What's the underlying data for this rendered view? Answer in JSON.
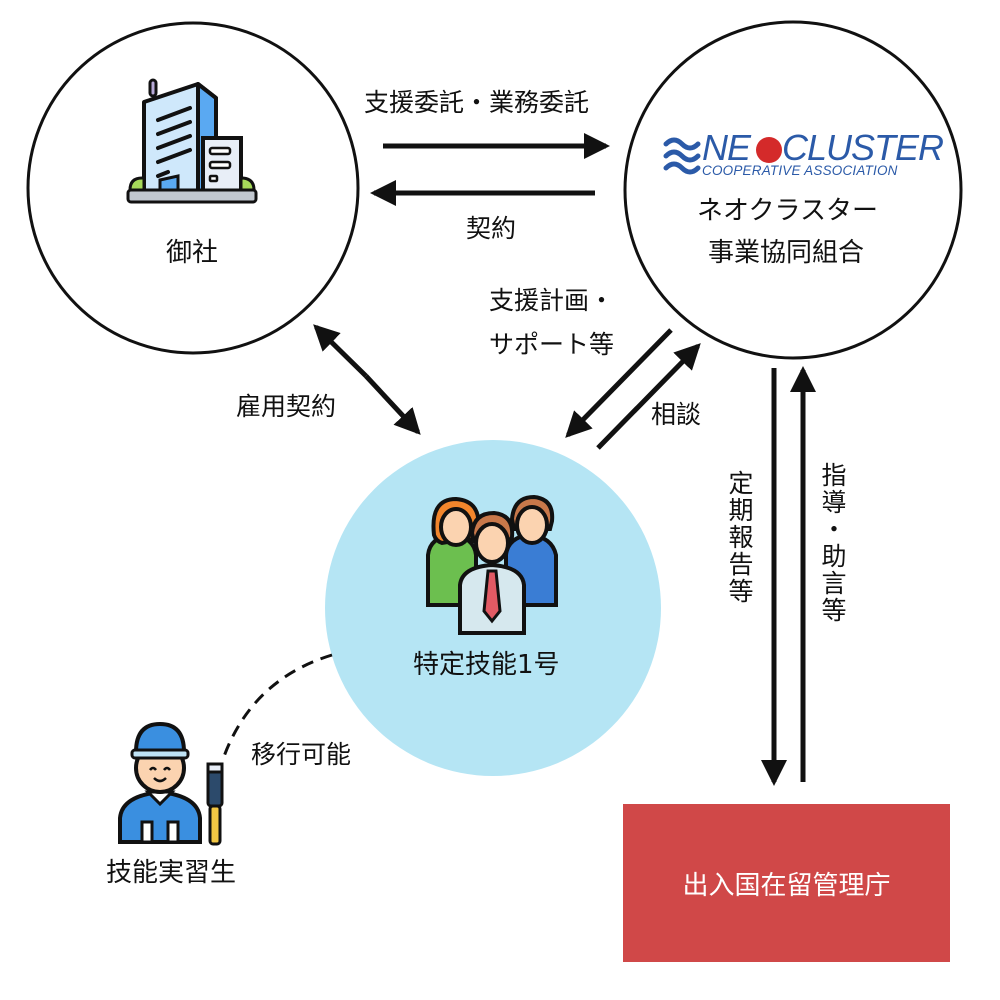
{
  "nodes": {
    "company": {
      "label": "御社",
      "icon": "office-building-icon"
    },
    "union": {
      "logo_main_left": "NE",
      "logo_main_right": "CLUSTER",
      "logo_sub": "COOPERATIVE ASSOCIATION",
      "name_line1": "ネオクラスター",
      "name_line2": "事業協同組合"
    },
    "specified_skilled": {
      "label": "特定技能1号",
      "icon": "group-of-people-icon"
    },
    "trainee": {
      "label": "技能実習生",
      "icon": "construction-worker-icon"
    },
    "immigration": {
      "label": "出入国在留管理庁"
    }
  },
  "edges": {
    "company_to_union": "支援委託・業務委託",
    "union_to_company": "契約",
    "employment": "雇用契約",
    "support_plan_line1": "支援計画・",
    "support_plan_line2": "サポート等",
    "consultation": "相談",
    "regular_report": "定期報告等",
    "guidance": "指導・助言等",
    "transition": "移行可能"
  },
  "colors": {
    "immigration_box": "#d04848",
    "skilled_circle": "#b5e5f4",
    "logo_blue": "#2b5aa8",
    "logo_red": "#d42a2a"
  }
}
